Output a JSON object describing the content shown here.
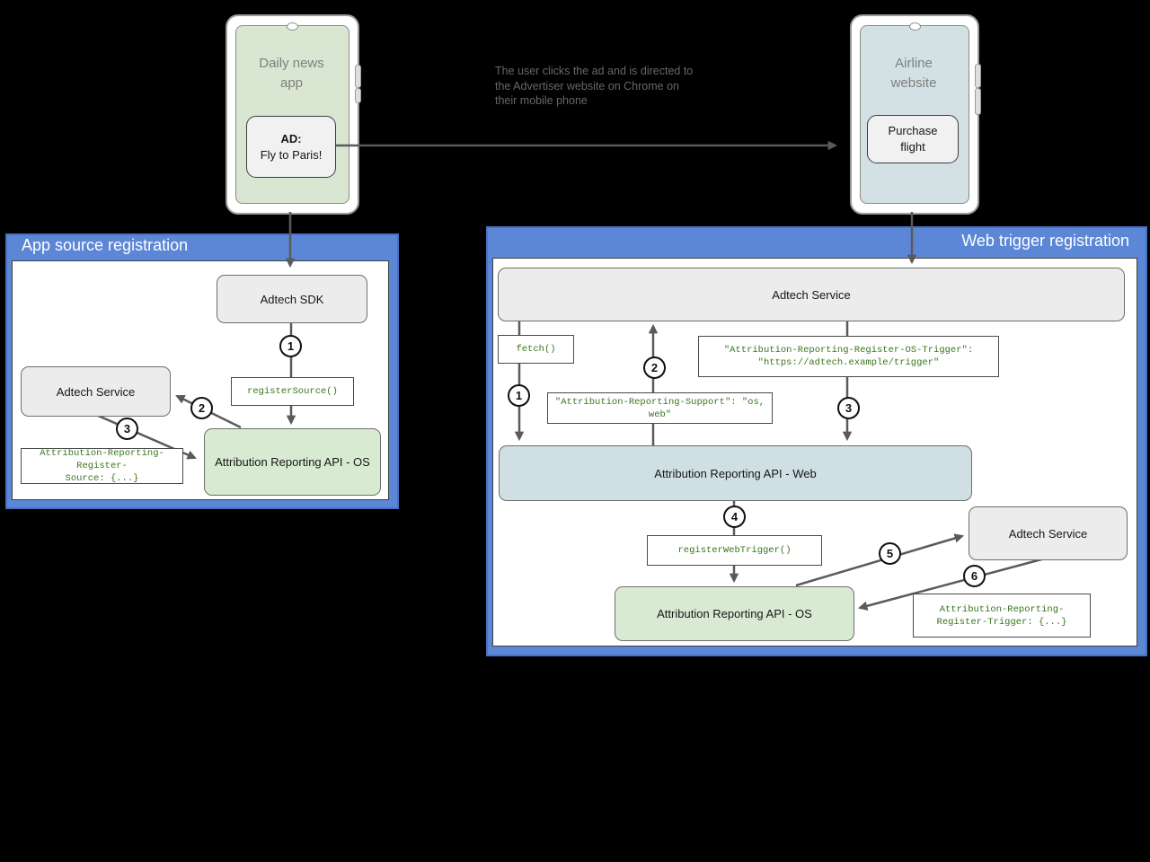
{
  "scene": {
    "annotation_lines": [
      "The user clicks the ad and is directed to",
      "the Advertiser website on Chrome on",
      "their mobile phone"
    ]
  },
  "left_phone": {
    "title_line1": "Daily news",
    "title_line2": "app",
    "ad_title": "AD:",
    "ad_text": "Fly to Paris!"
  },
  "right_phone": {
    "title_line1": "Airline",
    "title_line2": "website",
    "button_line1": "Purchase",
    "button_line2": "flight"
  },
  "left_panel": {
    "title": "App source registration",
    "adtech_sdk": "Adtech SDK",
    "register_source_call": "registerSource()",
    "adtech_service": "Adtech Service",
    "register_source_header_line1": "Attribution-Reporting-Register-",
    "register_source_header_line2": "Source: {...}",
    "api_os": "Attribution Reporting API - OS",
    "steps": [
      "1",
      "2",
      "3"
    ]
  },
  "right_panel": {
    "title": "Web trigger registration",
    "adtech_service_top": "Adtech Service",
    "fetch_call": "fetch()",
    "os_trigger_header_line1": "\"Attribution-Reporting-Register-OS-Trigger\":",
    "os_trigger_header_line2": "\"https://adtech.example/trigger\"",
    "support_header": "\"Attribution-Reporting-Support\": \"os, web\"",
    "api_web": "Attribution Reporting API - Web",
    "register_web_trigger_call": "registerWebTrigger()",
    "api_os": "Attribution Reporting API - OS",
    "adtech_service_right": "Adtech Service",
    "register_trigger_header_line1": "Attribution-Reporting-",
    "register_trigger_header_line2": "Register-Trigger: {...}",
    "steps": [
      "1",
      "2",
      "3",
      "4",
      "5",
      "6"
    ]
  },
  "colors": {
    "panel_blue": "#5c86d6",
    "box_green": "#d9ead3",
    "box_blue": "#d0dfe3",
    "box_gray": "#ececec",
    "code_green": "#38761d",
    "arrow_gray": "#5a5a5a",
    "background": "#000000"
  }
}
